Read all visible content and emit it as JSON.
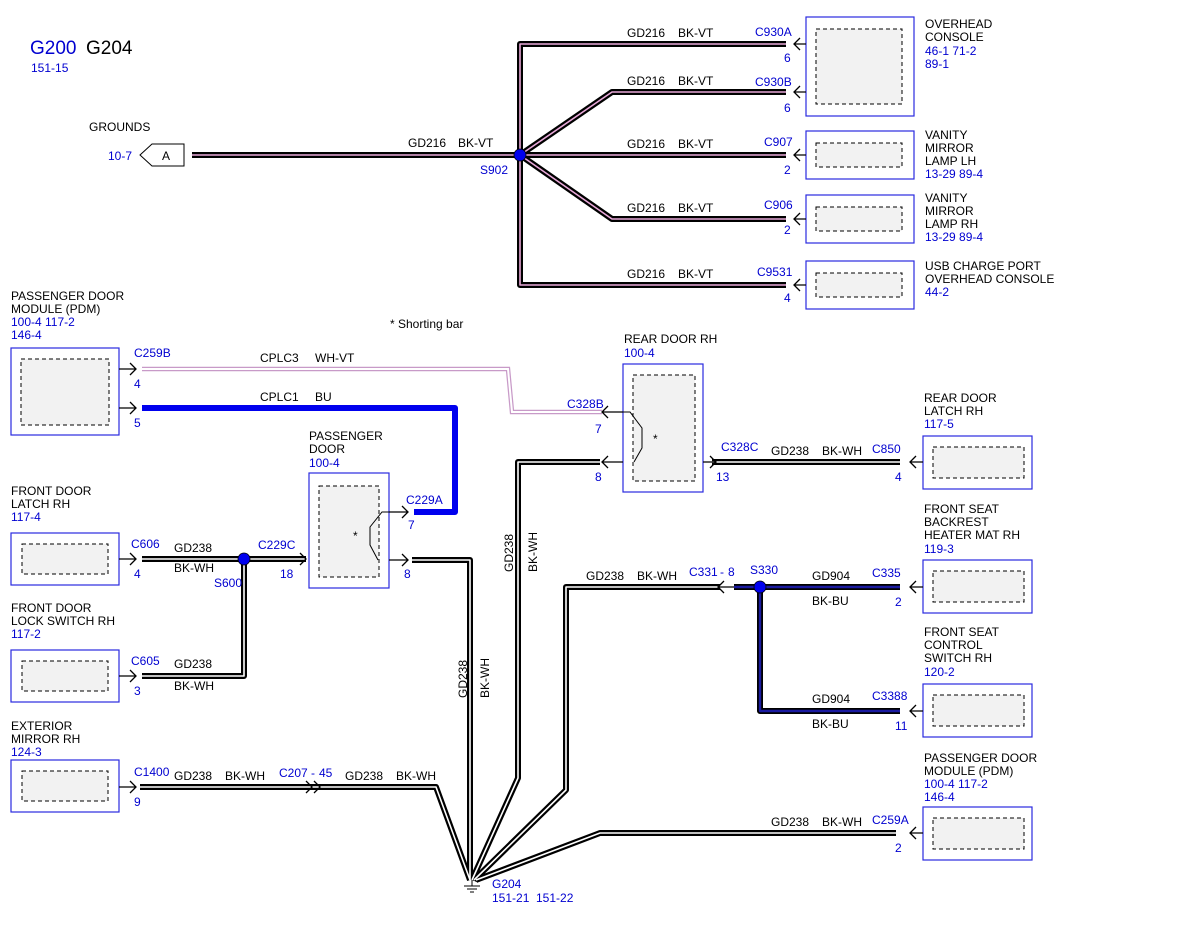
{
  "title": {
    "g200": "G200",
    "g204": "G204",
    "ref": "151-15"
  },
  "note": "* Shorting bar",
  "colors": {
    "blue": "#0000d0",
    "box": "#2a2ae0",
    "bkvt_stripe": "#e8a8d8",
    "wh_stripe": "#ffffff",
    "bu_wire": "#0000ee",
    "bkbu_stripe": "#1a1aa0"
  },
  "grounds": {
    "label": "GROUNDS",
    "ref": "10-7",
    "letter": "A"
  },
  "splices": {
    "s902": "S902",
    "s600": "S600",
    "s330": "S330"
  },
  "g204": {
    "name": "G204",
    "ref1": "151-21",
    "ref2": "151-22"
  },
  "components": {
    "overhead_console": {
      "name": [
        "OVERHEAD",
        "CONSOLE"
      ],
      "refs": [
        "46-1   71-2",
        "89-1"
      ]
    },
    "vanity_lh": {
      "name": [
        "VANITY",
        "MIRROR",
        "LAMP LH"
      ],
      "refs": [
        "13-29   89-4"
      ]
    },
    "vanity_rh": {
      "name": [
        "VANITY",
        "MIRROR",
        "LAMP RH"
      ],
      "refs": [
        "13-29   89-4"
      ]
    },
    "usb_port": {
      "name": [
        "USB CHARGE PORT",
        "OVERHEAD CONSOLE"
      ],
      "refs": [
        "44-2"
      ]
    },
    "pdm_left": {
      "name": [
        "PASSENGER DOOR",
        "MODULE (PDM)"
      ],
      "refs": [
        "100-4   117-2",
        "146-4"
      ]
    },
    "rear_door_rh": {
      "name": [
        "REAR DOOR RH"
      ],
      "refs": [
        "100-4"
      ]
    },
    "rear_door_latch": {
      "name": [
        "REAR DOOR",
        "LATCH RH"
      ],
      "refs": [
        "117-5"
      ]
    },
    "passenger_door": {
      "name": [
        "PASSENGER",
        "DOOR"
      ],
      "refs": [
        "100-4"
      ]
    },
    "front_door_latch": {
      "name": [
        "FRONT DOOR",
        "LATCH RH"
      ],
      "refs": [
        "117-4"
      ]
    },
    "front_seat_backrest": {
      "name": [
        "FRONT SEAT",
        "BACKREST",
        "HEATER MAT RH"
      ],
      "refs": [
        "119-3"
      ]
    },
    "front_door_lock": {
      "name": [
        "FRONT DOOR",
        "LOCK SWITCH RH"
      ],
      "refs": [
        "117-2"
      ]
    },
    "front_seat_control": {
      "name": [
        "FRONT SEAT",
        "CONTROL",
        "SWITCH RH"
      ],
      "refs": [
        "120-2"
      ]
    },
    "exterior_mirror": {
      "name": [
        "EXTERIOR",
        "MIRROR RH"
      ],
      "refs": [
        "124-3"
      ]
    },
    "pdm_right": {
      "name": [
        "PASSENGER DOOR",
        "MODULE (PDM)"
      ],
      "refs": [
        "100-4   117-2",
        "146-4"
      ]
    }
  },
  "connectors": {
    "c930a": {
      "id": "C930A",
      "pin": "6"
    },
    "c930b": {
      "id": "C930B",
      "pin": "6"
    },
    "c907": {
      "id": "C907",
      "pin": "2"
    },
    "c906": {
      "id": "C906",
      "pin": "2"
    },
    "c9531": {
      "id": "C9531",
      "pin": "4"
    },
    "c259b": {
      "id": "C259B",
      "pins": [
        "4",
        "5"
      ]
    },
    "c328b": {
      "id": "C328B",
      "pins": [
        "7",
        "8"
      ]
    },
    "c328c": {
      "id": "C328C",
      "pin": "13"
    },
    "c850": {
      "id": "C850",
      "pin": "4"
    },
    "c229a": {
      "id": "C229A",
      "pin": "7"
    },
    "c229c": {
      "id": "C229C",
      "pin": "18"
    },
    "c229_8": {
      "pin": "8"
    },
    "c606": {
      "id": "C606",
      "pin": "4"
    },
    "c605": {
      "id": "C605",
      "pin": "3"
    },
    "c1400": {
      "id": "C1400",
      "pin": "9"
    },
    "c207": {
      "id": "C207",
      "pin": "45"
    },
    "c331": {
      "id": "C331",
      "pin": "8"
    },
    "c335": {
      "id": "C335",
      "pin": "2"
    },
    "c3388": {
      "id": "C3388",
      "pin": "11"
    },
    "c259a": {
      "id": "C259A",
      "pin": "2"
    }
  },
  "wires": {
    "gd216": "GD216",
    "bkvt": "BK-VT",
    "gd238": "GD238",
    "bkwh": "BK-WH",
    "gd904": "GD904",
    "bkbu": "BK-BU",
    "cplc3": "CPLC3",
    "whvt": "WH-VT",
    "cplc1": "CPLC1",
    "bu": "BU"
  }
}
